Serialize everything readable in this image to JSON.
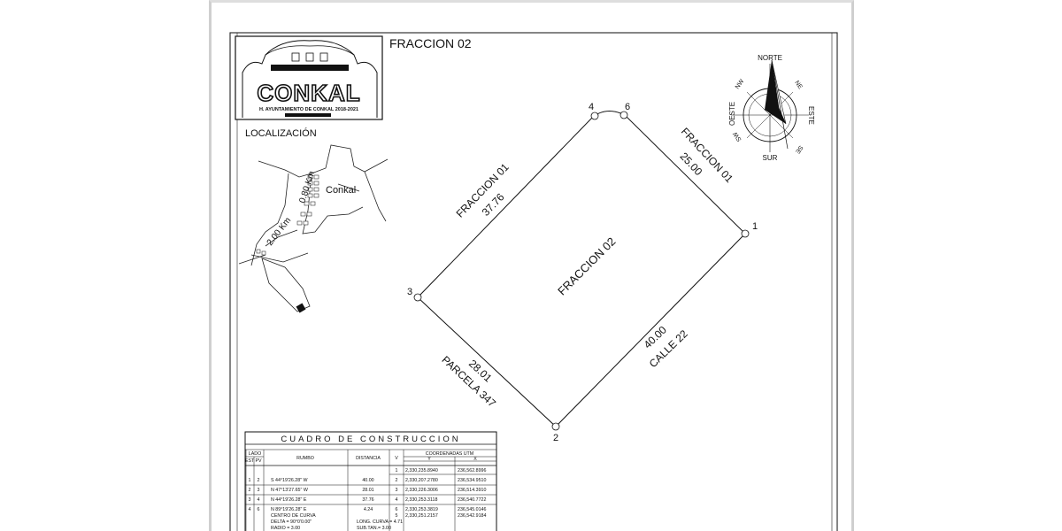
{
  "sheet": {
    "title": "FRACCION 02",
    "location_label": "LOCALIZACIÓN"
  },
  "logo": {
    "text": "CONKAL",
    "caption": "H. AYUNTAMIENTO DE CONKAL 2018-2021"
  },
  "location_map": {
    "town": "Conkal",
    "distance_1": "0.80 Km",
    "distance_2": "2.00 Km"
  },
  "compass": {
    "north": "NORTE",
    "south": "SUR",
    "east": "ESTE",
    "west": "OESTE",
    "nw": "NW",
    "ne": "NE",
    "sw": "SW",
    "se": "SE"
  },
  "parcel": {
    "label": "FRACCION 02",
    "vertices": [
      "1",
      "2",
      "3",
      "4",
      "6"
    ],
    "edges": {
      "northwest": {
        "name": "FRACCION 01",
        "length": "37.76"
      },
      "northeast": {
        "name": "FRACCION 01",
        "length": "25.00"
      },
      "southeast": {
        "name": "CALLE 22",
        "length": "40.00"
      },
      "southwest": {
        "name": "PARCELA 347",
        "length": "28.01"
      }
    }
  },
  "table": {
    "title": "CUADRO DE CONSTRUCCION",
    "headers": {
      "lado": "LADO",
      "est": "EST",
      "pv": "PV",
      "rumbo": "RUMBO",
      "distancia": "DISTANCIA",
      "v": "V",
      "coords": "COORDENADAS UTM",
      "y": "Y",
      "x": "X"
    },
    "first_point": {
      "v": "1",
      "y": "2,330,235.8940",
      "x": "236,562.8996"
    },
    "rows": [
      {
        "est": "1",
        "pv": "2",
        "rumbo": "S 44°19'26.28\" W",
        "distancia": "40.00",
        "v": "2",
        "y": "2,330,207.2780",
        "x": "236,534.9510"
      },
      {
        "est": "2",
        "pv": "3",
        "rumbo": "N 47°13'27.65\" W",
        "distancia": "28.01",
        "v": "3",
        "y": "2,330,226.3006",
        "x": "236,514.3910"
      },
      {
        "est": "3",
        "pv": "4",
        "rumbo": "N 44°19'26.28\" E",
        "distancia": "37.76",
        "v": "4",
        "y": "2,330,253.3118",
        "x": "236,540.7722"
      }
    ],
    "curve_row": {
      "est": "4",
      "pv": "6",
      "rumbo": "N 89°19'26.28\" E",
      "centro": "CENTRO DE CURVA",
      "delta": "DELTA = 90°0'0.00\"",
      "radio": "RADIO = 3.00",
      "distancia": "4.24",
      "long_curva": "LONG. CURVA = 4.71",
      "subtan": "SUB.TAN.= 3.00",
      "v1": "6",
      "y1": "2,330,253.3819",
      "x1": "236,545.0146",
      "v2": "5",
      "y2": "2,330,251.2157",
      "x2": "236,542.9184"
    }
  }
}
